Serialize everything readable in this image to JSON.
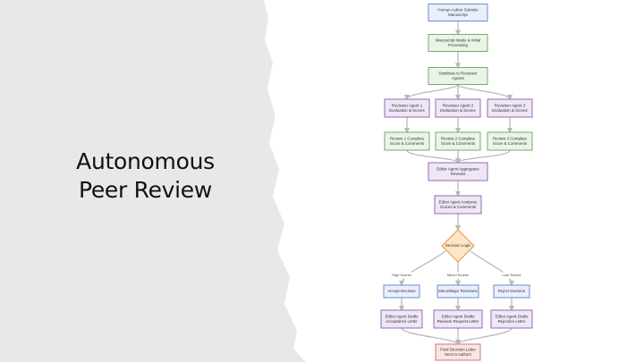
{
  "title": {
    "line1": "Autonomous",
    "line2": "Peer Review"
  },
  "colors": {
    "background": "#ffffff",
    "panel": "#e9e8e6",
    "arrow": "#b9b9b9",
    "blue_fill": "#eaf0fb",
    "blue_stroke": "#5a7fd0",
    "green_fill": "#eaf5e7",
    "green_stroke": "#6aa55a",
    "purple_fill": "#efe6f6",
    "purple_stroke": "#8b5bb0",
    "orange_fill": "#fde6c7",
    "orange_stroke": "#e0902a",
    "red_fill": "#fae4e4",
    "red_stroke": "#c86a6a"
  },
  "nodes": {
    "submit": {
      "lines": [
        "Human Author Submits",
        "Manuscript"
      ],
      "color": "blue"
    },
    "intake": {
      "lines": [
        "Manuscript Intake & Initial",
        "Processing"
      ],
      "color": "green"
    },
    "distribute": {
      "lines": [
        "Distribute to Reviewer",
        "Agents"
      ],
      "color": "green"
    },
    "reviewer1": {
      "lines": [
        "Reviewer Agent 1",
        "Evaluation & Scores"
      ],
      "color": "purple"
    },
    "reviewer2": {
      "lines": [
        "Reviewer Agent 2",
        "Evaluation & Scores"
      ],
      "color": "purple"
    },
    "reviewer3": {
      "lines": [
        "Reviewer Agent 3",
        "Evaluation & Scores"
      ],
      "color": "purple"
    },
    "review1done": {
      "lines": [
        "Review 1 Complete",
        "Score & Comments"
      ],
      "color": "green"
    },
    "review2done": {
      "lines": [
        "Review 2 Complete",
        "Score & Comments"
      ],
      "color": "green"
    },
    "review3done": {
      "lines": [
        "Review 3 Complete",
        "Score & Comments"
      ],
      "color": "green"
    },
    "aggregate": {
      "lines": [
        "Editor Agent Aggregates",
        "Reviews"
      ],
      "color": "purple"
    },
    "analyze": {
      "lines": [
        "Editor Agent Analyzes",
        "Scores & Comments"
      ],
      "color": "purple"
    },
    "decision": {
      "lines": [
        "Decision Logic"
      ],
      "color": "orange"
    },
    "accept": {
      "lines": [
        "Accept Decision"
      ],
      "color": "blue"
    },
    "minor": {
      "lines": [
        "Minor/Major Revisions"
      ],
      "color": "blue"
    },
    "reject": {
      "lines": [
        "Reject Decision"
      ],
      "color": "blue"
    },
    "accept_letter": {
      "lines": [
        "Editor Agent Drafts",
        "Acceptance Letter"
      ],
      "color": "purple"
    },
    "revise_letter": {
      "lines": [
        "Editor Agent Drafts",
        "Revision Request Letter"
      ],
      "color": "purple"
    },
    "reject_letter": {
      "lines": [
        "Editor Agent Drafts",
        "Rejection Letter"
      ],
      "color": "purple"
    },
    "final": {
      "lines": [
        "Final Decision Letter",
        "Sent to Authors"
      ],
      "color": "red"
    }
  },
  "edge_labels": {
    "high": "High Scores",
    "mixed": "Mixed Scores",
    "low": "Low Scores"
  }
}
